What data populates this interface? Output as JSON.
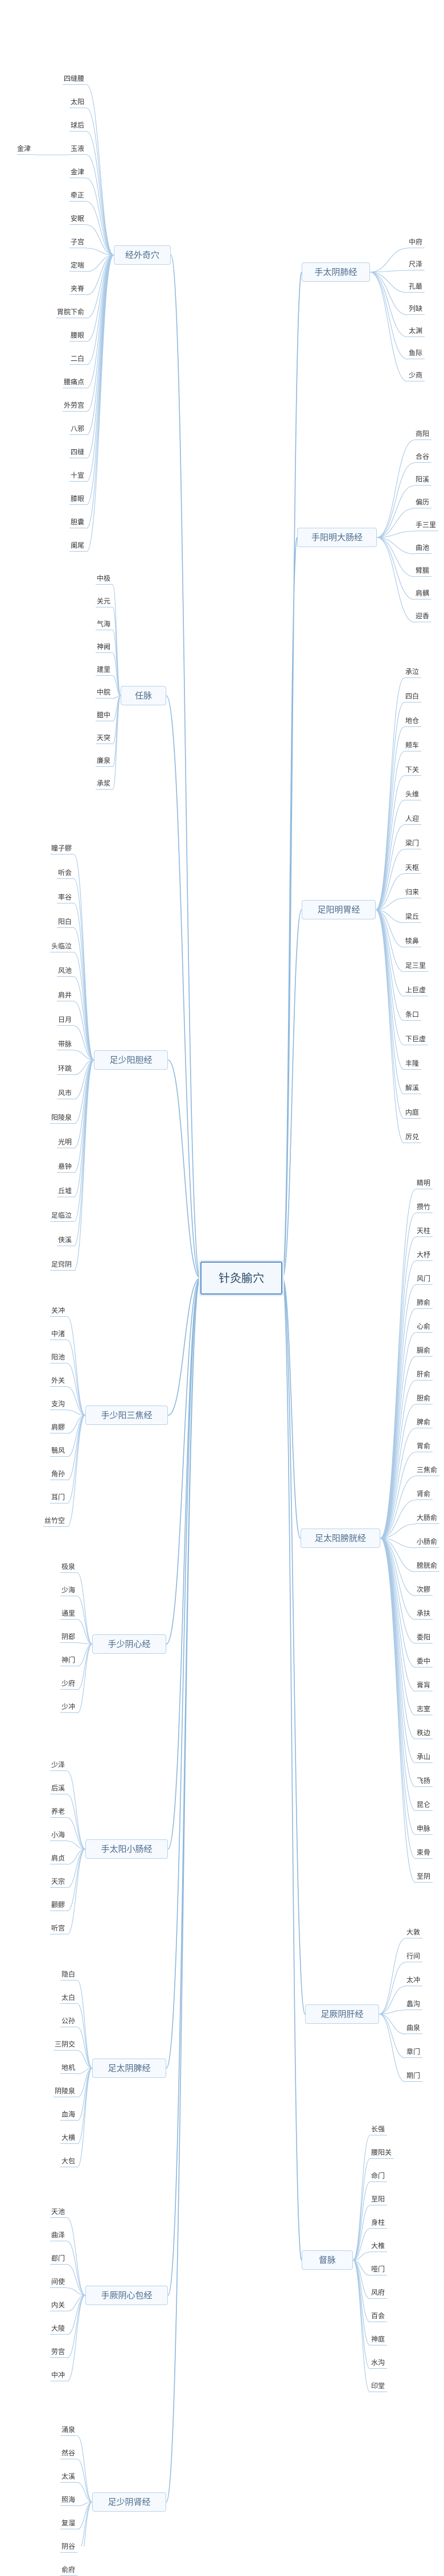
{
  "root": {
    "label": "针灸腧穴"
  },
  "branches": [
    {
      "id": "jwqx",
      "label": "经外奇穴",
      "side": "left",
      "leaves": [
        "四缝腰",
        "太阳",
        "球后",
        "玉液",
        "金津",
        "牵正",
        "安眠",
        "子宫",
        "定喘",
        "夹脊",
        "胃脘下俞",
        "腰眼",
        "二白",
        "腰痛点",
        "外劳宫",
        "八邪",
        "四缝",
        "十宣",
        "膝眼",
        "胆囊",
        "阑尾"
      ],
      "sub": {
        "parent": "玉液",
        "label": "金津"
      }
    },
    {
      "id": "renmai",
      "label": "任脉",
      "side": "left",
      "leaves": [
        "中极",
        "关元",
        "气海",
        "神阙",
        "建里",
        "中脘",
        "膻中",
        "天突",
        "廉泉",
        "承浆"
      ]
    },
    {
      "id": "zsysj",
      "label": "足少阳胆经",
      "side": "left",
      "leaves": [
        "瞳子髎",
        "听会",
        "率谷",
        "阳白",
        "头临泣",
        "风池",
        "肩井",
        "日月",
        "带脉",
        "环跳",
        "风市",
        "阳陵泉",
        "光明",
        "悬钟",
        "丘墟",
        "足临泣",
        "侠溪",
        "足窍阴"
      ]
    },
    {
      "id": "ssysj",
      "label": "手少阳三焦经",
      "side": "left",
      "leaves": [
        "关冲",
        "中渚",
        "阳池",
        "外关",
        "支沟",
        "肩髎",
        "翳风",
        "角孙",
        "耳门",
        "丝竹空"
      ]
    },
    {
      "id": "ssyxj",
      "label": "手少阴心经",
      "side": "left",
      "leaves": [
        "极泉",
        "少海",
        "通里",
        "阴郄",
        "神门",
        "少府",
        "少冲"
      ]
    },
    {
      "id": "styxcj",
      "label": "手太阳小肠经",
      "side": "left",
      "leaves": [
        "少泽",
        "后溪",
        "养老",
        "小海",
        "肩贞",
        "天宗",
        "颧髎",
        "听宫"
      ]
    },
    {
      "id": "ztypj",
      "label": "足太阴脾经",
      "side": "left",
      "leaves": [
        "隐白",
        "太白",
        "公孙",
        "三阴交",
        "地机",
        "阴陵泉",
        "血海",
        "大横",
        "大包"
      ]
    },
    {
      "id": "sjyxbj",
      "label": "手厥阴心包经",
      "side": "left",
      "leaves": [
        "天池",
        "曲泽",
        "郄门",
        "间使",
        "内关",
        "大陵",
        "劳宫",
        "中冲"
      ]
    },
    {
      "id": "zsysj2",
      "label": "足少阴肾经",
      "side": "left",
      "leaves": [
        "涌泉",
        "然谷",
        "太溪",
        "照海",
        "复溜",
        "阴谷",
        "俞府"
      ]
    },
    {
      "id": "styfj",
      "label": "手太阴肺经",
      "side": "right",
      "leaves": [
        "中府",
        "尺泽",
        "孔最",
        "列缺",
        "太渊",
        "鱼际",
        "少商"
      ]
    },
    {
      "id": "syddcj",
      "label": "手阳明大肠经",
      "side": "right",
      "leaves": [
        "商阳",
        "合谷",
        "阳溪",
        "偏历",
        "手三里",
        "曲池",
        "臂臑",
        "肩髃",
        "迎香"
      ]
    },
    {
      "id": "zymwj",
      "label": "足阳明胃经",
      "side": "right",
      "leaves": [
        "承泣",
        "四白",
        "地仓",
        "颊车",
        "下关",
        "头维",
        "人迎",
        "梁门",
        "天枢",
        "归来",
        "梁丘",
        "犊鼻",
        "足三里",
        "上巨虚",
        "条口",
        "下巨虚",
        "丰隆",
        "解溪",
        "内庭",
        "厉兑"
      ]
    },
    {
      "id": "ztypgj",
      "label": "足太阳膀胱经",
      "side": "right",
      "leaves": [
        "睛明",
        "攒竹",
        "天柱",
        "大杼",
        "风门",
        "肺俞",
        "心俞",
        "膈俞",
        "肝俞",
        "胆俞",
        "脾俞",
        "胃俞",
        "三焦俞",
        "肾俞",
        "大肠俞",
        "小肠俞",
        "膀胱俞",
        "次髎",
        "承扶",
        "委阳",
        "委中",
        "膏肓",
        "志室",
        "秩边",
        "承山",
        "飞扬",
        "昆仑",
        "申脉",
        "束骨",
        "至阴"
      ]
    },
    {
      "id": "zjygj",
      "label": "足厥阴肝经",
      "side": "right",
      "leaves": [
        "大敦",
        "行间",
        "太冲",
        "蠡沟",
        "曲泉",
        "章门",
        "期门"
      ]
    },
    {
      "id": "dumai",
      "label": "督脉",
      "side": "right",
      "leaves": [
        "长强",
        "腰阳关",
        "命门",
        "至阳",
        "身柱",
        "大椎",
        "哑门",
        "风府",
        "百会",
        "神庭",
        "水沟",
        "印堂"
      ]
    }
  ]
}
